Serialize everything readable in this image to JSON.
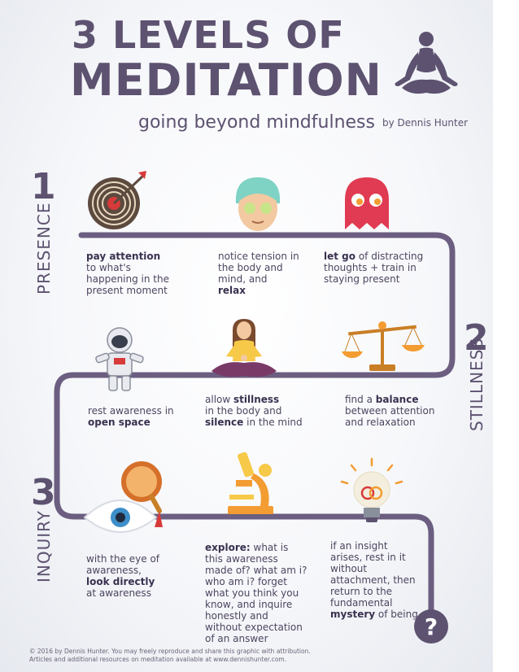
{
  "title": {
    "line1": "3 LEVELS OF",
    "line2": "MEDITATION"
  },
  "subtitle": "going beyond mindfulness",
  "byline": "by Dennis Hunter",
  "colors": {
    "primary": "#5d5270",
    "accent_red": "#d83a3a",
    "accent_orange": "#f39c32",
    "accent_teal": "#7ed3c4",
    "accent_yellow": "#f7c948"
  },
  "levels": [
    {
      "number": "1",
      "name": "PRESENCE"
    },
    {
      "number": "2",
      "name": "STILLNESS"
    },
    {
      "number": "3",
      "name": "INQUIRY"
    }
  ],
  "steps": [
    {
      "icon": "target-icon",
      "bold": "pay attention",
      "text": "to what's happening in the present moment"
    },
    {
      "icon": "face-mask-icon",
      "pre": "notice tension in the body and mind, and",
      "bold": "relax"
    },
    {
      "icon": "ghost-icon",
      "bold": "let go",
      "text": "of distracting thoughts + train in staying present"
    },
    {
      "icon": "astronaut-icon",
      "pre": "rest awareness in",
      "bold": "open space"
    },
    {
      "icon": "meditating-woman-icon",
      "pre": "allow",
      "bold": "stillness",
      "mid": "in the body and",
      "bold2": "silence",
      "text": "in the mind"
    },
    {
      "icon": "scales-icon",
      "pre": "find a",
      "bold": "balance",
      "text": "between attention and relaxation"
    },
    {
      "icon": "eye-magnifier-icon",
      "pre": "with the eye of awareness,",
      "bold": "look directly",
      "text": "at awareness"
    },
    {
      "icon": "microscope-icon",
      "bold": "explore:",
      "text": "what is this awareness made of? what am i? who am i? forget what you think you know, and inquire honestly and without expectation of an answer"
    },
    {
      "icon": "lightbulb-icon",
      "pre": "if an insight arises, rest in it without attachment, then return to the fundamental",
      "bold": "mystery",
      "text": "of being"
    }
  ],
  "question_mark": "?",
  "footer": {
    "line1": "© 2016 by Dennis Hunter. You may freely reproduce and share this graphic with attribution.",
    "line2": "Articles and additional resources on meditation available at www.dennishunter.com."
  }
}
